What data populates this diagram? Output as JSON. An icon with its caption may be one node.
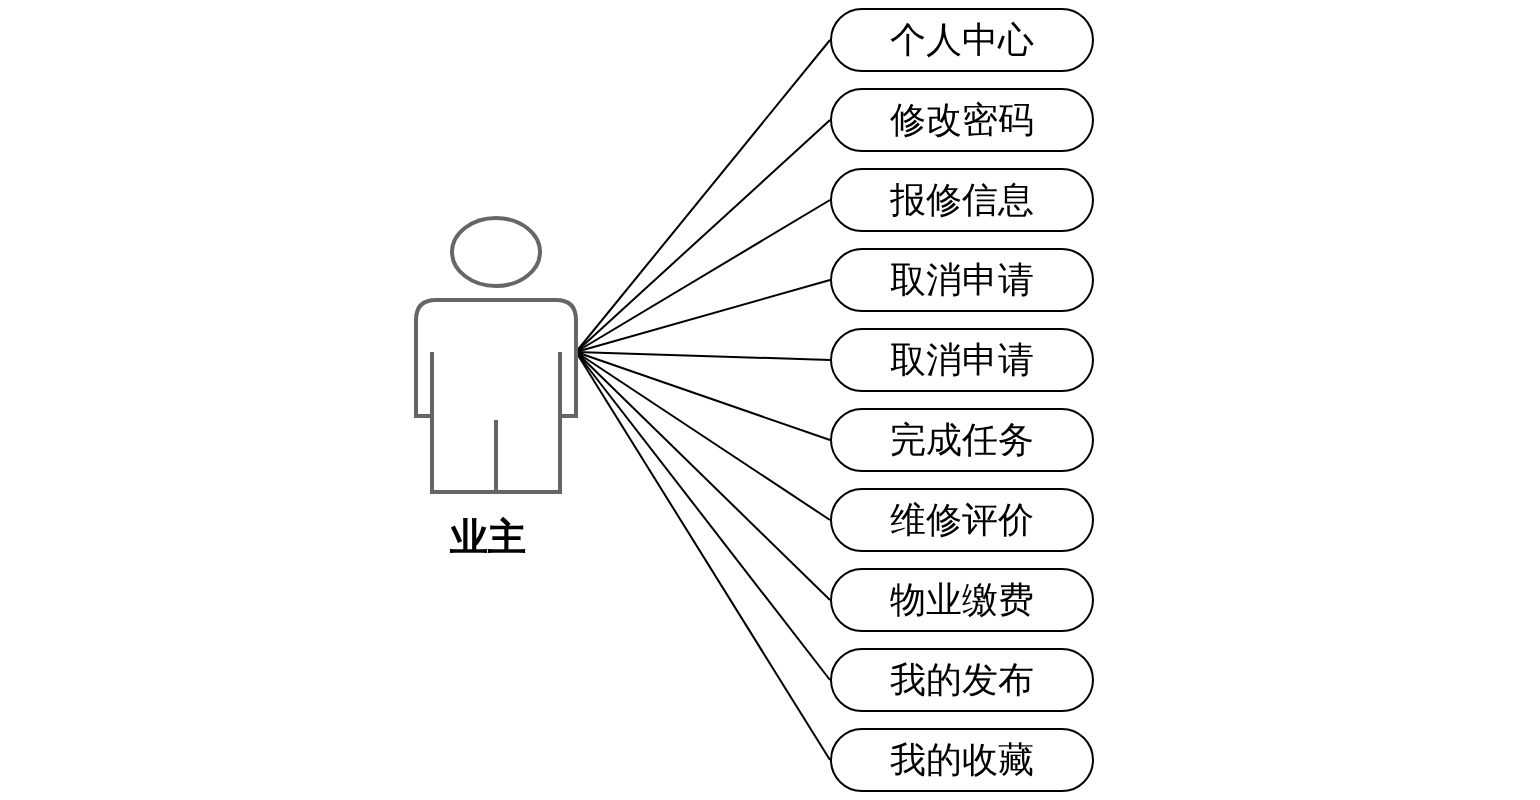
{
  "diagram": {
    "nodes": [
      {
        "text": [
          "业主"
        ]
      },
      {
        "text": [
          "个人中心"
        ]
      },
      {
        "text": [
          "修改密码"
        ]
      },
      {
        "text": [
          "报修信息"
        ]
      },
      {
        "text": [
          "取消申请"
        ]
      },
      {
        "text": [
          "取消申请"
        ]
      },
      {
        "text": [
          "完成任务"
        ]
      },
      {
        "text": [
          "维修评价"
        ]
      },
      {
        "text": [
          "物业缴费"
        ]
      },
      {
        "text": [
          "我的发布"
        ]
      },
      {
        "text": [
          "我的收藏"
        ]
      }
    ],
    "edges": [
      {
        "from": 0,
        "to": 1,
        "arrow": "none"
      },
      {
        "from": 0,
        "to": 2,
        "arrow": "none"
      },
      {
        "from": 0,
        "to": 3,
        "arrow": "none"
      },
      {
        "from": 0,
        "to": 4,
        "arrow": "none"
      },
      {
        "from": 0,
        "to": 5,
        "arrow": "none"
      },
      {
        "from": 0,
        "to": 6,
        "arrow": "none"
      },
      {
        "from": 0,
        "to": 7,
        "arrow": "none"
      },
      {
        "from": 0,
        "to": 8,
        "arrow": "none"
      },
      {
        "from": 0,
        "to": 9,
        "arrow": "none"
      },
      {
        "from": 0,
        "to": 10,
        "arrow": "none"
      }
    ]
  }
}
